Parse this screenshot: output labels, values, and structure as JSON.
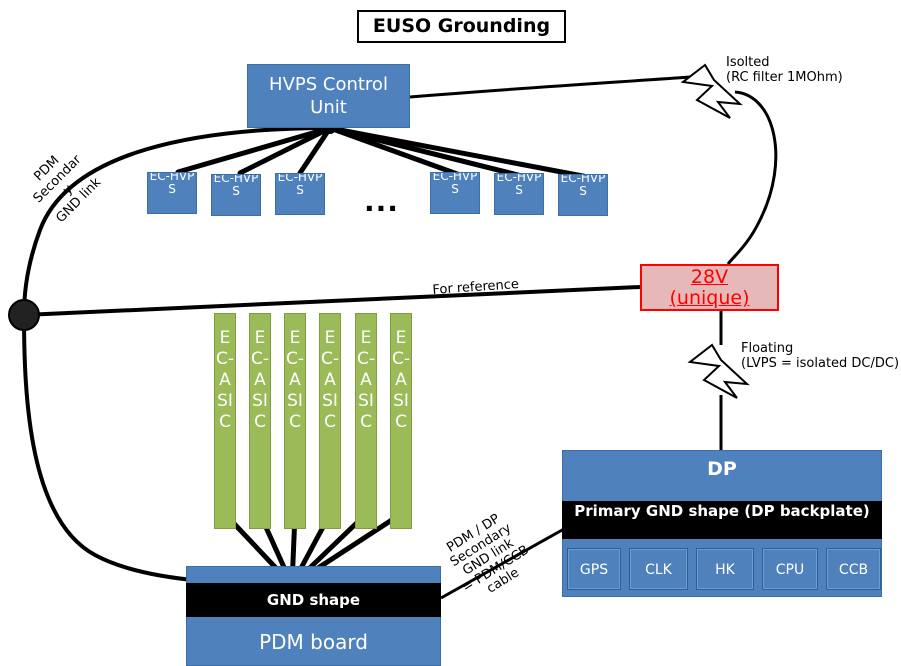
{
  "title": "EUSO Grounding",
  "hvps_control": {
    "line1": "HVPS Control",
    "line2": "Unit"
  },
  "ec_hvps_label": "EC-HVPS",
  "ellipsis": "...",
  "ec_asic_label": "EC-ASIC",
  "ref_box": {
    "line1": "28V",
    "line2": "(unique)"
  },
  "labels": {
    "pdm_secondary_gnd_link": [
      "PDM",
      "Secondar",
      "y",
      "GND link"
    ],
    "isolated": [
      "Isolted",
      "(RC filter 1MOhm)"
    ],
    "floating": [
      "Floating",
      "(LVPS = isolated DC/DC)"
    ],
    "for_reference": "For reference",
    "pdm_dp_link": [
      "PDM / DP",
      "Secondary",
      "GND link",
      "= PDM/CCB",
      "cable"
    ]
  },
  "dp": {
    "title": "DP",
    "gnd": "Primary GND shape (DP backplate)",
    "modules": [
      "GPS",
      "CLK",
      "HK",
      "CPU",
      "CCB"
    ]
  },
  "pdm": {
    "gnd": "GND shape",
    "board": "PDM board"
  },
  "colors": {
    "box_blue": "#4f81bd",
    "asic_green": "#9bbb59",
    "ref_fill": "#e6b8b8",
    "ref_border": "#ff0000",
    "ground_black": "#000000"
  }
}
